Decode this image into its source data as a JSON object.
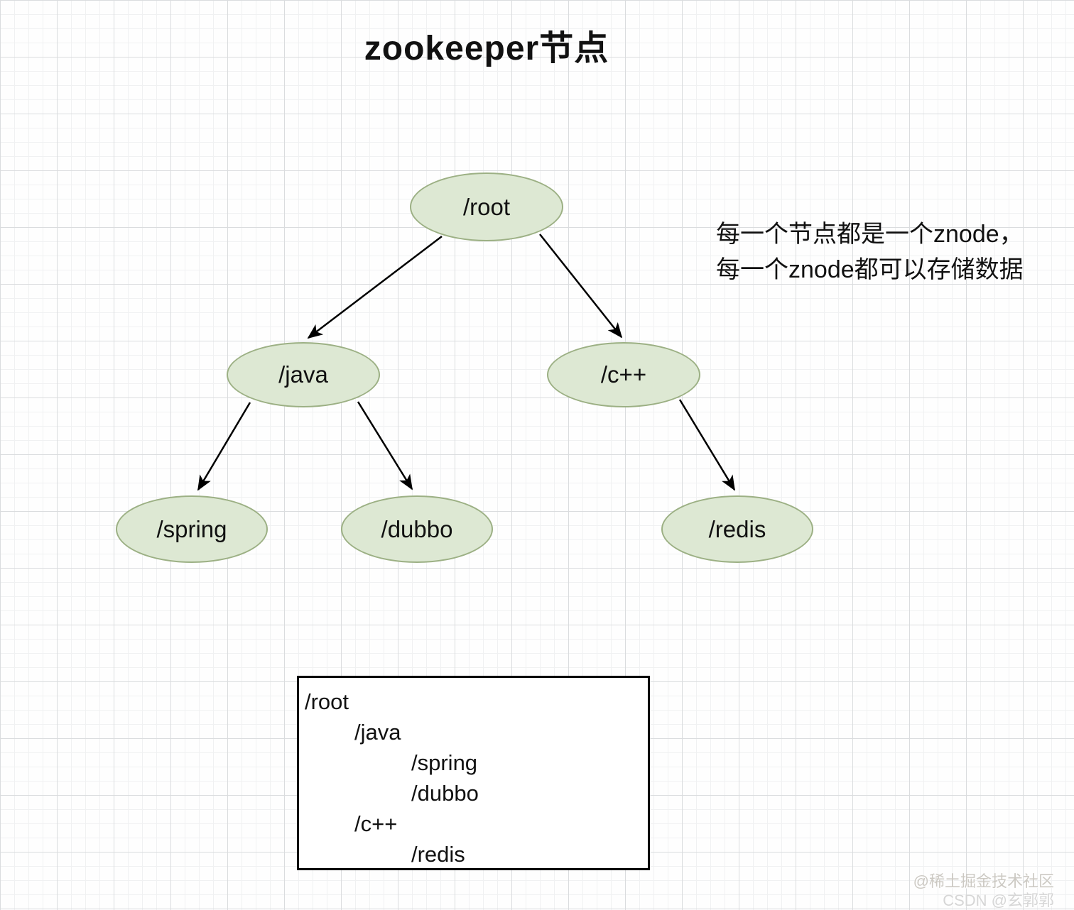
{
  "title": "zookeeper节点",
  "annotation": {
    "line1": "每一个节点都是一个znode，",
    "line2": "每一个znode都可以存储数据"
  },
  "tree": {
    "nodes": [
      {
        "id": "root",
        "label": "/root"
      },
      {
        "id": "java",
        "label": "/java"
      },
      {
        "id": "cpp",
        "label": "/c++"
      },
      {
        "id": "spring",
        "label": "/spring"
      },
      {
        "id": "dubbo",
        "label": "/dubbo"
      },
      {
        "id": "redis",
        "label": "/redis"
      }
    ],
    "edges": [
      {
        "from": "root",
        "to": "java"
      },
      {
        "from": "root",
        "to": "cpp"
      },
      {
        "from": "java",
        "to": "spring"
      },
      {
        "from": "java",
        "to": "dubbo"
      },
      {
        "from": "cpp",
        "to": "redis"
      }
    ]
  },
  "hierarchy_box": {
    "lines": [
      {
        "text": "/root",
        "indent": 0
      },
      {
        "text": "/java",
        "indent": 1
      },
      {
        "text": "/spring",
        "indent": 2
      },
      {
        "text": "/dubbo",
        "indent": 2
      },
      {
        "text": "/c++",
        "indent": 1
      },
      {
        "text": "/redis",
        "indent": 2
      }
    ]
  },
  "watermarks": {
    "juejin": "@稀土掘金技术社区",
    "csdn": "CSDN @玄郭郭"
  },
  "colors": {
    "node_fill": "#dde8d3",
    "node_border": "#9cb084",
    "arrow": "#000000",
    "grid_major": "#dadcde",
    "grid_minor": "#f0f1f2"
  }
}
